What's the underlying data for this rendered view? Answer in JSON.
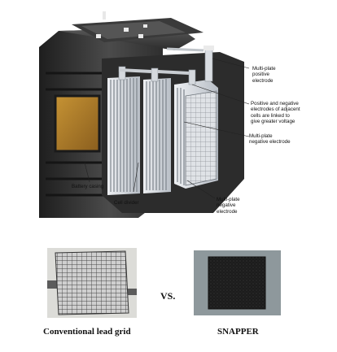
{
  "diagram": {
    "labels": {
      "positive_electrode": "Multi-plate\npositive\nelectrode",
      "linked_electrodes": "Positive and negative\nelectrodes of adjacent\ncells are linked to\ngive greater voltage",
      "negative_electrode_top": "Multi-plate\nnegative electrode",
      "battery_casing": "Battery casing",
      "cell_divider": "Cell divider",
      "negative_electrode_bottom": "Multi-plate\nnegative\nelectrode"
    }
  },
  "comparison": {
    "vs": "VS.",
    "left_caption": "Conventional lead grid",
    "right_caption": "SNAPPER"
  },
  "colors": {
    "casing": "#2a2a2a",
    "casing_light": "#4a4a4a",
    "copper_window": "#b8862e",
    "plate": "#d9dde2",
    "snapper": "#1a1a1a"
  }
}
